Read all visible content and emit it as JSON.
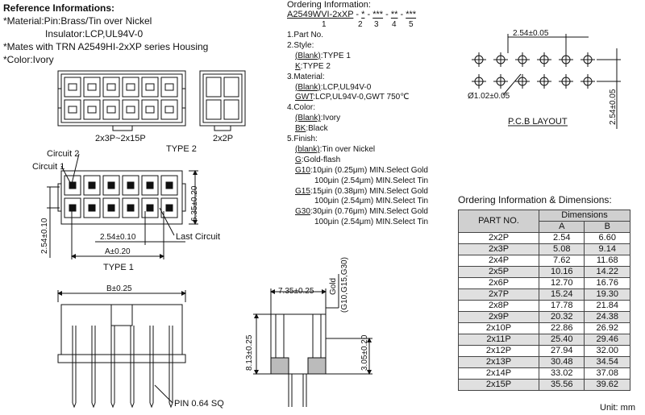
{
  "reference": {
    "heading": "Reference Informations:",
    "material_pin": "*Material:Pin:Brass/Tin over Nickel",
    "material_insulator": "Insulator:LCP,UL94V-0",
    "mates": "*Mates with TRN A2549HI-2xXP series Housing",
    "color": "*Color:Ivory"
  },
  "ordering": {
    "heading": "Ordering Information:",
    "code_base": "A2549WVI-2xXP",
    "code_parts": [
      "*",
      "***",
      "**",
      "***"
    ],
    "code_numbers": [
      "1",
      "2",
      "3",
      "4",
      "5"
    ],
    "lines": [
      {
        "text": "1.Part No.",
        "ul": ""
      },
      {
        "text": "2.Style:",
        "ul": ""
      },
      {
        "ul": "(Blank)",
        "text": ":TYPE 1"
      },
      {
        "ul": "K",
        "text": ":TYPE 2"
      },
      {
        "text": "3.Material:",
        "ul": ""
      },
      {
        "ul": "(Blank)",
        "text": ":LCP,UL94V-0"
      },
      {
        "ul": "GWT",
        "text": ":LCP,UL94V-0,GWT 750℃"
      },
      {
        "text": "4.Color:",
        "ul": ""
      },
      {
        "ul": "(Blank)",
        "text": ":Ivory"
      },
      {
        "ul": "BK",
        "text": ":Black"
      },
      {
        "text": "5.Finish:",
        "ul": ""
      },
      {
        "ul": "(blank)",
        "text": ":Tin over Nickel"
      },
      {
        "ul": "G",
        "text": ":Gold-flash"
      },
      {
        "ul": "G10",
        "text": ":10μin (0.25μm) MIN.Select Gold"
      },
      {
        "ul": "",
        "text": "100μin (2.54μm) MIN.Select Tin"
      },
      {
        "ul": "G15",
        "text": ":15μin (0.38μm) MIN.Select Gold"
      },
      {
        "ul": "",
        "text": "100μin (2.54μm) MIN.Select Tin"
      },
      {
        "ul": "G30",
        "text": ":30μin (0.76μm) MIN.Select Gold"
      },
      {
        "ul": "",
        "text": "100μin (2.54μm) MIN.Select Tin"
      }
    ]
  },
  "drawing_labels": {
    "range_label": "2x3P~2x15P",
    "type2_small": "2x2P",
    "type2": "TYPE 2",
    "type1": "TYPE 1",
    "circuit1": "Circuit 1",
    "circuit2": "Circuit 2",
    "last_circuit": "Last Circuit",
    "pitch": "2.54±0.10",
    "pitch_vertical": "2.54±0.10",
    "height_635": "6.35±0.20",
    "dim_a": "A±0.20",
    "dim_b": "B±0.25",
    "pin": "PIN 0.64 SQ",
    "dim_735": "7.35±0.25",
    "dim_813": "8.13±0.25",
    "dim_305": "3.05±0.20",
    "gold": "Gold",
    "gold_grades": "(G10,G15,G30)",
    "pcb_pitch": "2.54±0.05",
    "pcb_hole": "Ø1.02±0.05",
    "pcb_vertical": "2.54±0.05",
    "pcb_layout": "P.C.B LAYOUT"
  },
  "dims_table": {
    "title": "Ordering Information & Dimensions:",
    "col_part": "PART NO.",
    "col_group": "Dimensions",
    "col_a": "A",
    "col_b": "B",
    "rows": [
      {
        "part": "2x2P",
        "a": "2.54",
        "b": "6.60"
      },
      {
        "part": "2x3P",
        "a": "5.08",
        "b": "9.14"
      },
      {
        "part": "2x4P",
        "a": "7.62",
        "b": "11.68"
      },
      {
        "part": "2x5P",
        "a": "10.16",
        "b": "14.22"
      },
      {
        "part": "2x6P",
        "a": "12.70",
        "b": "16.76"
      },
      {
        "part": "2x7P",
        "a": "15.24",
        "b": "19.30"
      },
      {
        "part": "2x8P",
        "a": "17.78",
        "b": "21.84"
      },
      {
        "part": "2x9P",
        "a": "20.32",
        "b": "24.38"
      },
      {
        "part": "2x10P",
        "a": "22.86",
        "b": "26.92"
      },
      {
        "part": "2x11P",
        "a": "25.40",
        "b": "29.46"
      },
      {
        "part": "2x12P",
        "a": "27.94",
        "b": "32.00"
      },
      {
        "part": "2x13P",
        "a": "30.48",
        "b": "34.54"
      },
      {
        "part": "2x14P",
        "a": "33.02",
        "b": "37.08"
      },
      {
        "part": "2x15P",
        "a": "35.56",
        "b": "39.62"
      }
    ],
    "unit": "Unit: mm"
  }
}
